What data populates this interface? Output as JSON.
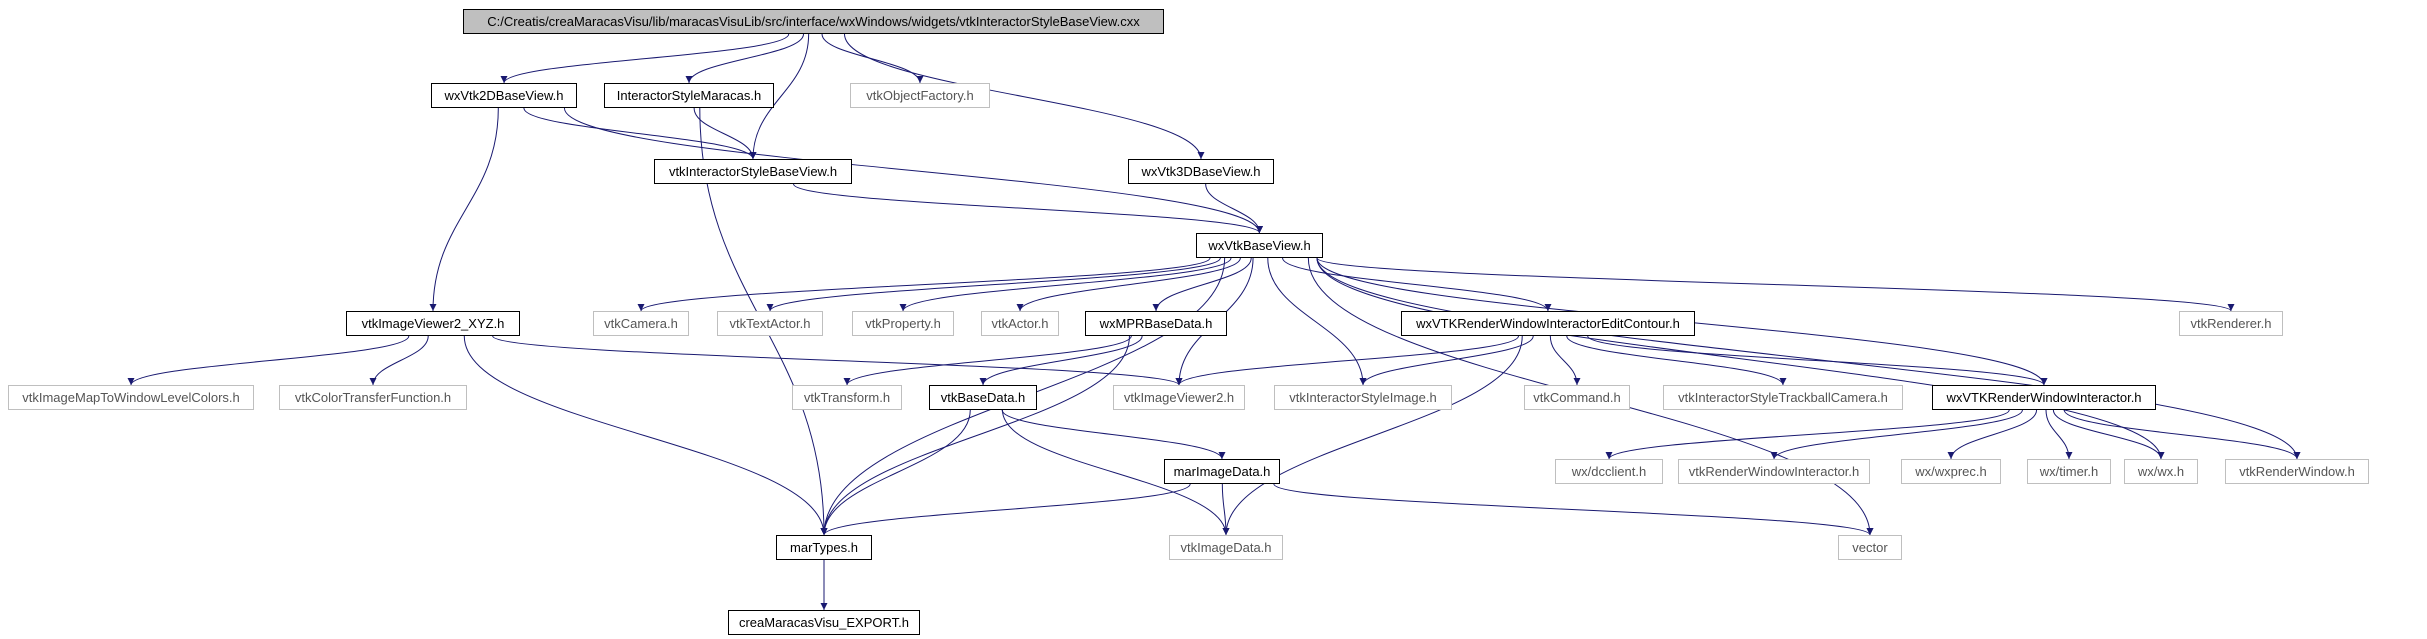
{
  "diagram": {
    "nodes": [
      {
        "id": "root",
        "label": "C:/Creatis/creaMaracasVisu/lib/maracasVisuLib/src/interface/wxWindows/widgets/vtkInteractorStyleBaseView.cxx",
        "style": "root"
      },
      {
        "id": "wxVtk2DBaseView",
        "label": "wxVtk2DBaseView.h",
        "style": "normal"
      },
      {
        "id": "InteractorStyleMaracas",
        "label": "InteractorStyleMaracas.h",
        "style": "normal"
      },
      {
        "id": "vtkObjectFactory",
        "label": "vtkObjectFactory.h",
        "style": "external"
      },
      {
        "id": "vtkInteractorStyleBaseView",
        "label": "vtkInteractorStyleBaseView.h",
        "style": "normal"
      },
      {
        "id": "wxVtk3DBaseView",
        "label": "wxVtk3DBaseView.h",
        "style": "normal"
      },
      {
        "id": "wxVtkBaseView",
        "label": "wxVtkBaseView.h",
        "style": "normal"
      },
      {
        "id": "vtkImageViewer2_XYZ",
        "label": "vtkImageViewer2_XYZ.h",
        "style": "normal"
      },
      {
        "id": "vtkCamera",
        "label": "vtkCamera.h",
        "style": "external"
      },
      {
        "id": "vtkTextActor",
        "label": "vtkTextActor.h",
        "style": "external"
      },
      {
        "id": "vtkProperty",
        "label": "vtkProperty.h",
        "style": "external"
      },
      {
        "id": "vtkActor",
        "label": "vtkActor.h",
        "style": "external"
      },
      {
        "id": "wxMPRBaseData",
        "label": "wxMPRBaseData.h",
        "style": "normal"
      },
      {
        "id": "wxVTKRWIEditContour",
        "label": "wxVTKRenderWindowInteractorEditContour.h",
        "style": "normal"
      },
      {
        "id": "vtkRenderer",
        "label": "vtkRenderer.h",
        "style": "external"
      },
      {
        "id": "vtkImageMapToWindowLevelColors",
        "label": "vtkImageMapToWindowLevelColors.h",
        "style": "external"
      },
      {
        "id": "vtkColorTransferFunction",
        "label": "vtkColorTransferFunction.h",
        "style": "external"
      },
      {
        "id": "vtkTransform",
        "label": "vtkTransform.h",
        "style": "external"
      },
      {
        "id": "vtkBaseData",
        "label": "vtkBaseData.h",
        "style": "normal"
      },
      {
        "id": "vtkImageViewer2",
        "label": "vtkImageViewer2.h",
        "style": "external"
      },
      {
        "id": "vtkInteractorStyleImage",
        "label": "vtkInteractorStyleImage.h",
        "style": "external"
      },
      {
        "id": "vtkCommand",
        "label": "vtkCommand.h",
        "style": "external"
      },
      {
        "id": "vtkInteractorStyleTrackballCamera",
        "label": "vtkInteractorStyleTrackballCamera.h",
        "style": "external"
      },
      {
        "id": "wxVTKRenderWindowInteractor",
        "label": "wxVTKRenderWindowInteractor.h",
        "style": "normal"
      },
      {
        "id": "marImageData",
        "label": "marImageData.h",
        "style": "normal"
      },
      {
        "id": "wxdcclient",
        "label": "wx/dcclient.h",
        "style": "external"
      },
      {
        "id": "vtkRenderWindowInteractor",
        "label": "vtkRenderWindowInteractor.h",
        "style": "external"
      },
      {
        "id": "wxwxprec",
        "label": "wx/wxprec.h",
        "style": "external"
      },
      {
        "id": "wxtimer",
        "label": "wx/timer.h",
        "style": "external"
      },
      {
        "id": "wxwx",
        "label": "wx/wx.h",
        "style": "external"
      },
      {
        "id": "vtkRenderWindow",
        "label": "vtkRenderWindow.h",
        "style": "external"
      },
      {
        "id": "marTypes",
        "label": "marTypes.h",
        "style": "normal"
      },
      {
        "id": "vtkImageData",
        "label": "vtkImageData.h",
        "style": "external"
      },
      {
        "id": "vector",
        "label": "vector",
        "style": "external"
      },
      {
        "id": "creaMaracasVisu_EXPORT",
        "label": "creaMaracasVisu_EXPORT.h",
        "style": "normal"
      }
    ],
    "edges": [
      [
        "root",
        "wxVtk2DBaseView"
      ],
      [
        "root",
        "InteractorStyleMaracas"
      ],
      [
        "root",
        "vtkObjectFactory"
      ],
      [
        "root",
        "vtkInteractorStyleBaseView"
      ],
      [
        "root",
        "wxVtk3DBaseView"
      ],
      [
        "wxVtk2DBaseView",
        "vtkInteractorStyleBaseView"
      ],
      [
        "wxVtk2DBaseView",
        "wxVtkBaseView"
      ],
      [
        "wxVtk2DBaseView",
        "vtkImageViewer2_XYZ"
      ],
      [
        "InteractorStyleMaracas",
        "vtkInteractorStyleBaseView"
      ],
      [
        "InteractorStyleMaracas",
        "marTypes"
      ],
      [
        "vtkInteractorStyleBaseView",
        "wxVtkBaseView"
      ],
      [
        "wxVtk3DBaseView",
        "wxVtkBaseView"
      ],
      [
        "wxVtkBaseView",
        "vtkCamera"
      ],
      [
        "wxVtkBaseView",
        "vtkTextActor"
      ],
      [
        "wxVtkBaseView",
        "vtkProperty"
      ],
      [
        "wxVtkBaseView",
        "vtkActor"
      ],
      [
        "wxVtkBaseView",
        "wxMPRBaseData"
      ],
      [
        "wxVtkBaseView",
        "wxVTKRWIEditContour"
      ],
      [
        "wxVtkBaseView",
        "vtkRenderer"
      ],
      [
        "wxVtkBaseView",
        "vtkImageViewer2"
      ],
      [
        "wxVtkBaseView",
        "vtkInteractorStyleImage"
      ],
      [
        "wxVtkBaseView",
        "wxVTKRenderWindowInteractor"
      ],
      [
        "wxVtkBaseView",
        "wxwx"
      ],
      [
        "wxVtkBaseView",
        "vtkRenderWindow"
      ],
      [
        "wxVtkBaseView",
        "vector"
      ],
      [
        "wxVtkBaseView",
        "marTypes"
      ],
      [
        "vtkImageViewer2_XYZ",
        "vtkImageMapToWindowLevelColors"
      ],
      [
        "vtkImageViewer2_XYZ",
        "vtkColorTransferFunction"
      ],
      [
        "vtkImageViewer2_XYZ",
        "vtkImageViewer2"
      ],
      [
        "vtkImageViewer2_XYZ",
        "marTypes"
      ],
      [
        "wxMPRBaseData",
        "vtkTransform"
      ],
      [
        "wxMPRBaseData",
        "vtkBaseData"
      ],
      [
        "wxMPRBaseData",
        "marTypes"
      ],
      [
        "wxVTKRWIEditContour",
        "vtkImageViewer2"
      ],
      [
        "wxVTKRWIEditContour",
        "vtkInteractorStyleImage"
      ],
      [
        "wxVTKRWIEditContour",
        "vtkCommand"
      ],
      [
        "wxVTKRWIEditContour",
        "vtkInteractorStyleTrackballCamera"
      ],
      [
        "wxVTKRWIEditContour",
        "wxVTKRenderWindowInteractor"
      ],
      [
        "wxVTKRWIEditContour",
        "vtkImageData"
      ],
      [
        "vtkBaseData",
        "marImageData"
      ],
      [
        "vtkBaseData",
        "vtkImageData"
      ],
      [
        "vtkBaseData",
        "marTypes"
      ],
      [
        "wxVTKRenderWindowInteractor",
        "wxdcclient"
      ],
      [
        "wxVTKRenderWindowInteractor",
        "vtkRenderWindowInteractor"
      ],
      [
        "wxVTKRenderWindowInteractor",
        "wxwxprec"
      ],
      [
        "wxVTKRenderWindowInteractor",
        "wxtimer"
      ],
      [
        "wxVTKRenderWindowInteractor",
        "wxwx"
      ],
      [
        "wxVTKRenderWindowInteractor",
        "vtkRenderWindow"
      ],
      [
        "marImageData",
        "vtkImageData"
      ],
      [
        "marImageData",
        "marTypes"
      ],
      [
        "marImageData",
        "vector"
      ],
      [
        "marTypes",
        "creaMaracasVisu_EXPORT"
      ]
    ],
    "colors": {
      "edge": "#191970",
      "root_fill": "#bfbfbf",
      "node_border": "#000000",
      "external_border": "#bfbfbf",
      "external_text": "#555555"
    }
  }
}
